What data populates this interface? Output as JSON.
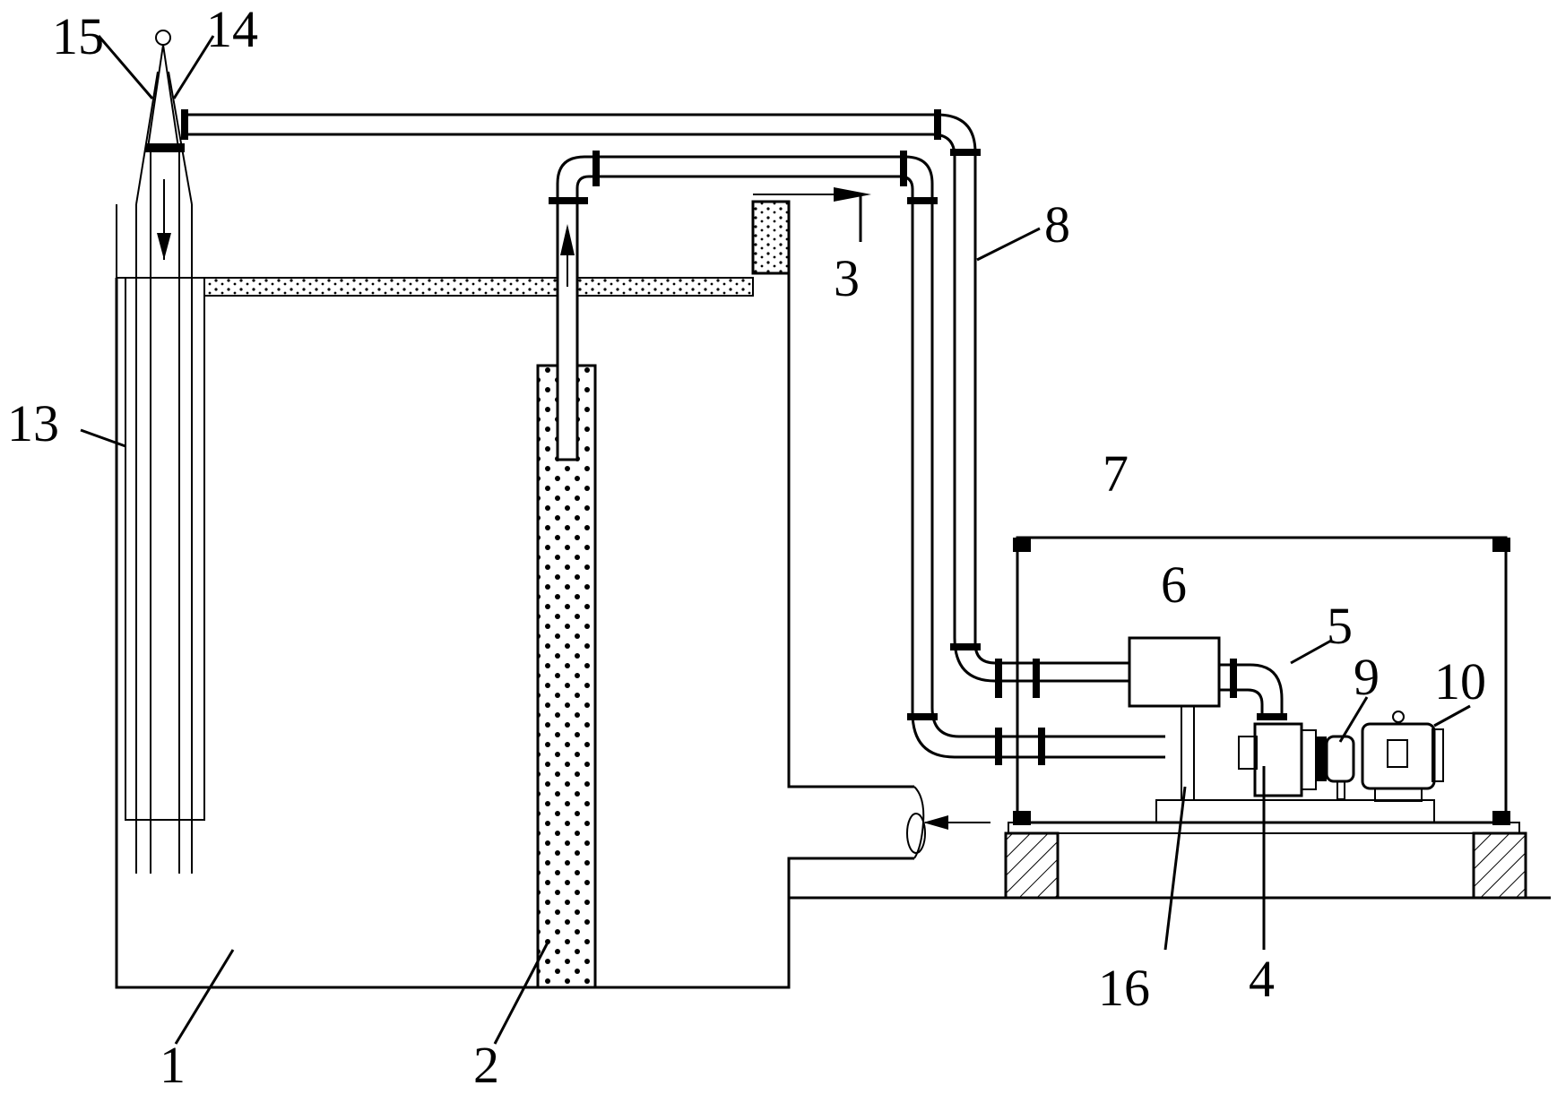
{
  "labels": {
    "l1": "1",
    "l2": "2",
    "l3": "3",
    "l4": "4",
    "l5": "5",
    "l6": "6",
    "l7": "7",
    "l8": "8",
    "l9": "9",
    "l10": "10",
    "l13": "13",
    "l14": "14",
    "l15": "15",
    "l16": "16"
  }
}
